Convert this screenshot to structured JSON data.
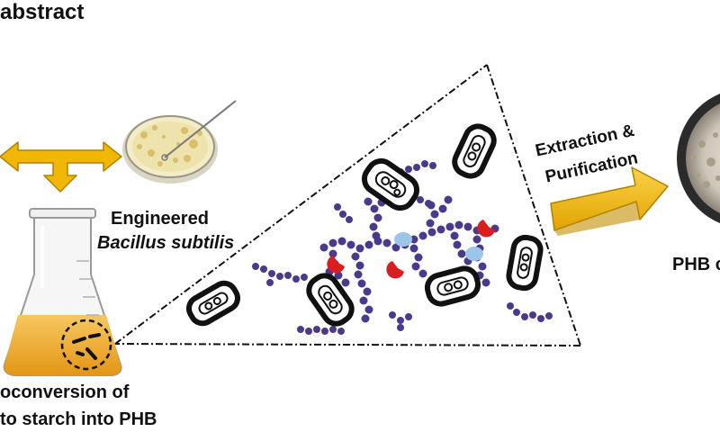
{
  "title": "abstract",
  "labels": {
    "engineered_line1": "Engineered",
    "engineered_line2": "Bacillus subtilis",
    "extraction_line1": "Extraction &",
    "extraction_line2": "Purification",
    "phb_label": "PHB c",
    "bioconversion_line1": "oconversion of",
    "bioconversion_line2": "to starch into PHB"
  },
  "colors": {
    "arrow_fill": "#f2b705",
    "arrow_stroke": "#b08000",
    "amylose": "#4b3a8c",
    "enzyme_red": "#d81e1e",
    "enzyme_blue": "#9cc6e8",
    "broth": "#f0a824",
    "petri": "#f3ecc8"
  },
  "icons": {
    "double_arrow": "t-shaped-double-arrow-icon",
    "petri_dish": "petri-dish-icon",
    "flask": "erlenmeyer-flask-icon",
    "zoom_triangle": "zoom-triangle-icon",
    "bacterium": "bacterium-cell-icon",
    "big_arrow": "block-arrow-icon",
    "phb_dish": "phb-dish-icon"
  }
}
